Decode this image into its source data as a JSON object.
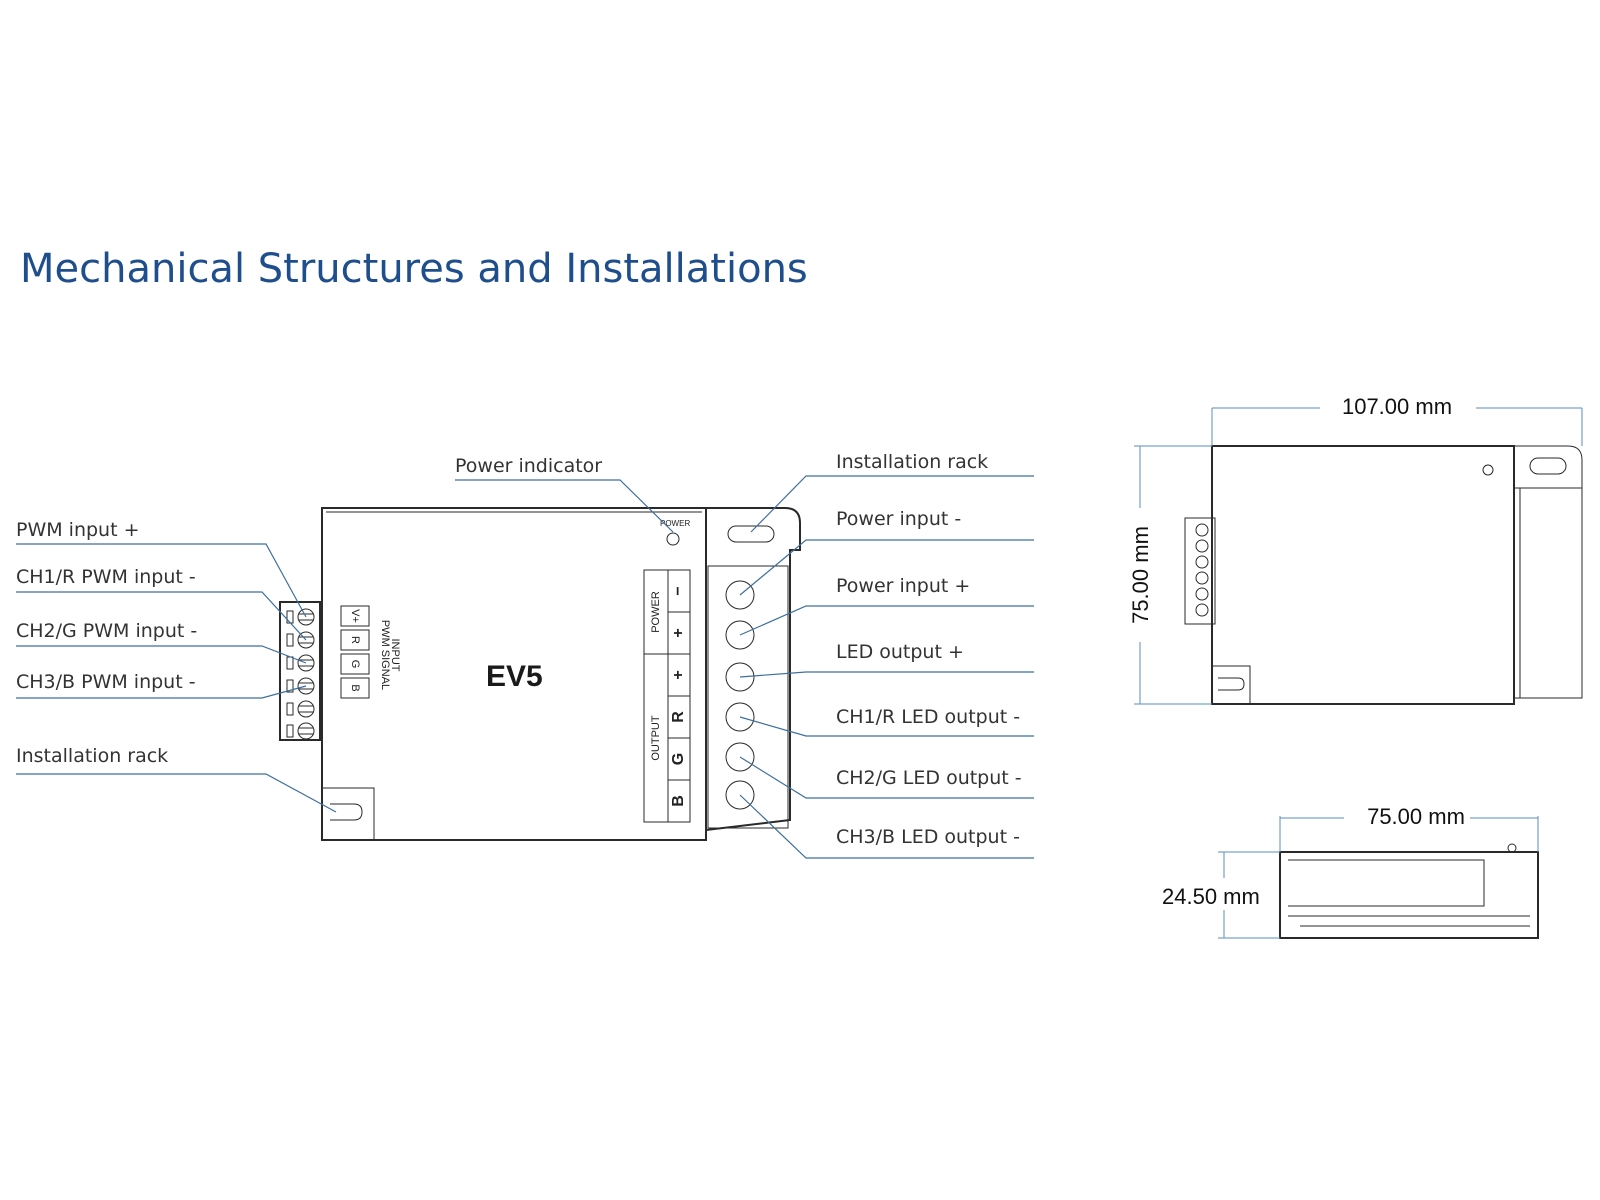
{
  "title": "Mechanical Structures and Installations",
  "device": {
    "model": "EV5",
    "power_led_label": "POWER",
    "input_label_1": "INPUT",
    "input_label_2": "PWM SIGNAL",
    "input_pins": [
      "V+",
      "R",
      "G",
      "B"
    ],
    "power_label": "POWER",
    "output_label": "OUTPUT",
    "power_terminals": [
      "−",
      "+"
    ],
    "output_terminals": [
      "+",
      "R",
      "G",
      "B"
    ]
  },
  "callouts": {
    "power_indicator": "Power indicator",
    "installation_rack_right": "Installation rack",
    "power_input_minus": "Power input -",
    "power_input_plus": "Power input +",
    "led_output_plus": "LED output +",
    "ch1_led_output": "CH1/R LED output -",
    "ch2_led_output": "CH2/G LED output -",
    "ch3_led_output": "CH3/B LED output -",
    "pwm_input_plus": "PWM input +",
    "ch1_pwm_input": "CH1/R PWM input -",
    "ch2_pwm_input": "CH2/G PWM input -",
    "ch3_pwm_input": "CH3/B PWM input -",
    "installation_rack_left": "Installation rack"
  },
  "dimensions": {
    "top_width": "107.00 mm",
    "top_height": "75.00 mm",
    "side_width": "75.00 mm",
    "side_height": "24.50 mm"
  }
}
